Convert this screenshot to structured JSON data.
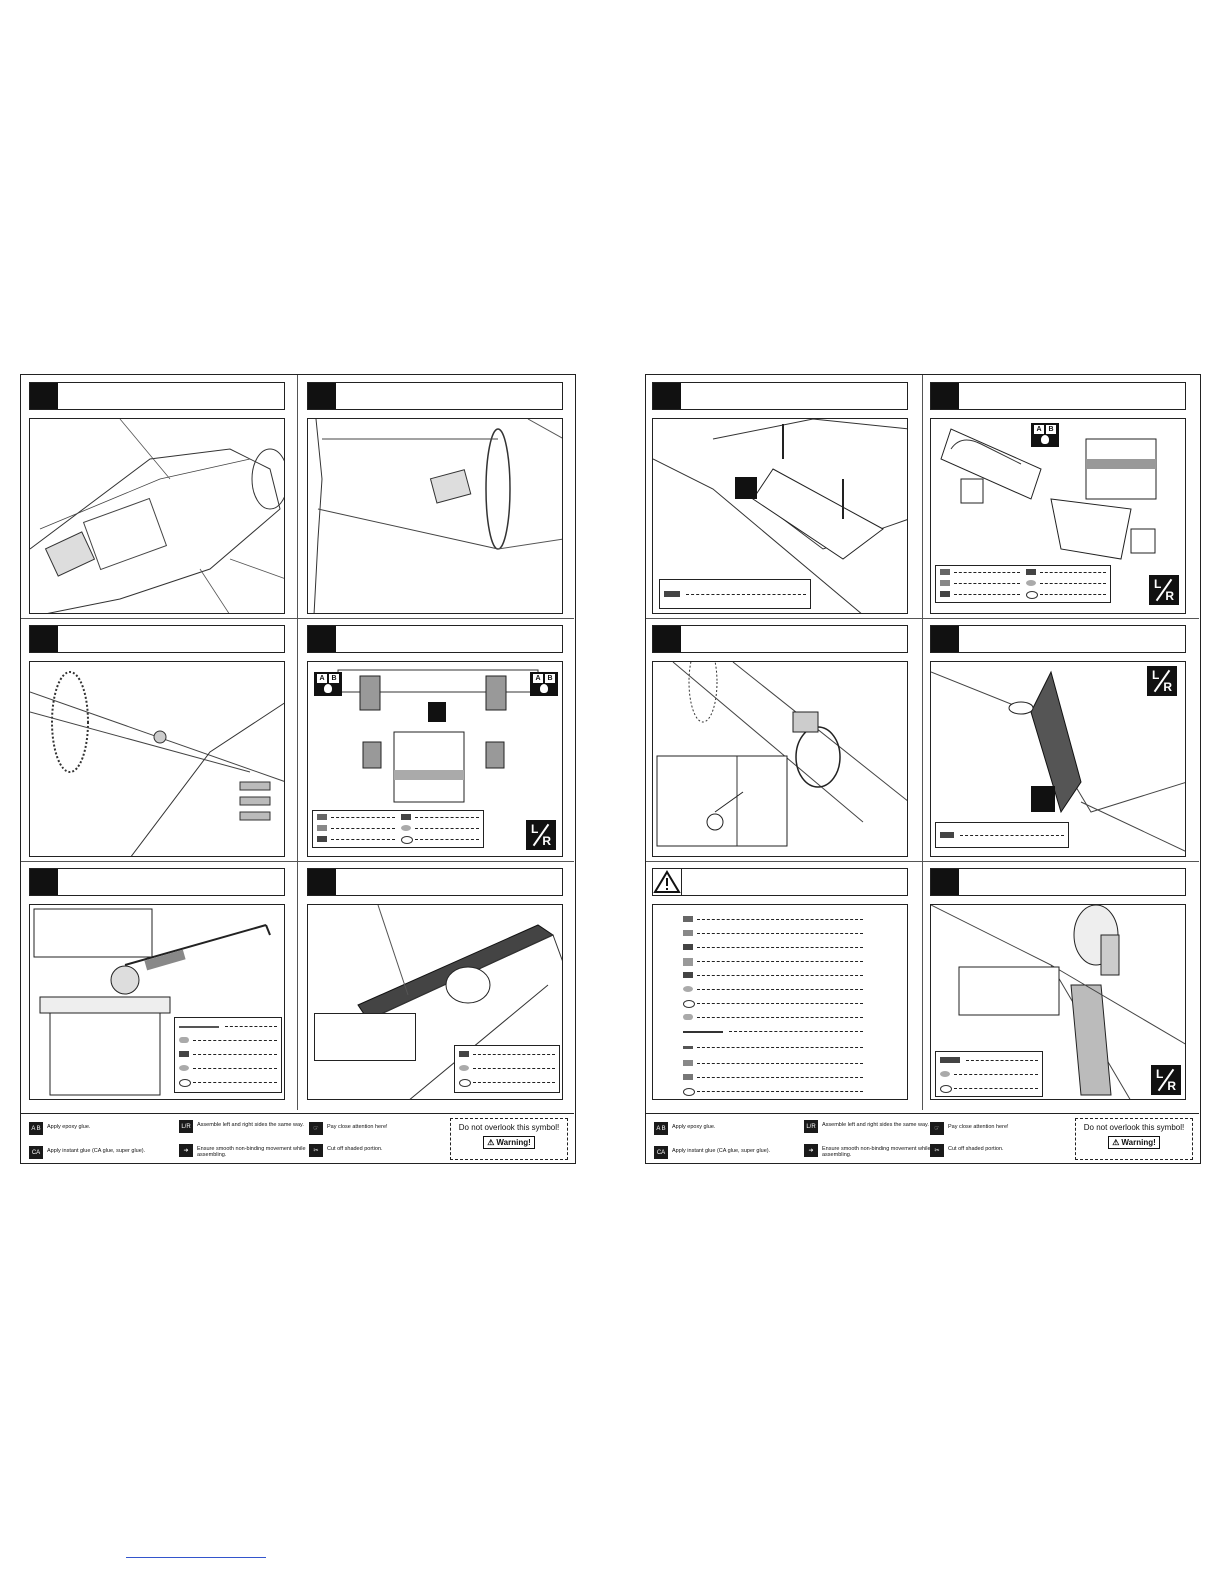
{
  "legend": {
    "epoxy_icon": "A B",
    "epoxy_text": "Apply epoxy glue.",
    "ca_icon": "CA",
    "ca_text": "Apply instant glue (CA glue, super glue).",
    "lr_icon": "L/R",
    "lr_text": "Assemble left and right sides the same way.",
    "smooth_icon": "arrow",
    "smooth_text": "Ensure smooth non-binding movement while assembling.",
    "attention_icon": "hand",
    "cut_icon": "cut",
    "cut_text": "Cut off shaded portion."
  },
  "left_page": {
    "attention_text": "Pay close attention here!",
    "notice_text": "Do not overlook this symbol!",
    "warning_badge": "Warning!"
  },
  "right_page": {
    "attention_text": "Pay close attention here!",
    "notice_text": "Do not overlook this symbol!",
    "warning_badge": "Warning!"
  },
  "badges": {
    "lr_left": "L",
    "lr_right": "R",
    "ab_a": "A",
    "ab_b": "B"
  }
}
